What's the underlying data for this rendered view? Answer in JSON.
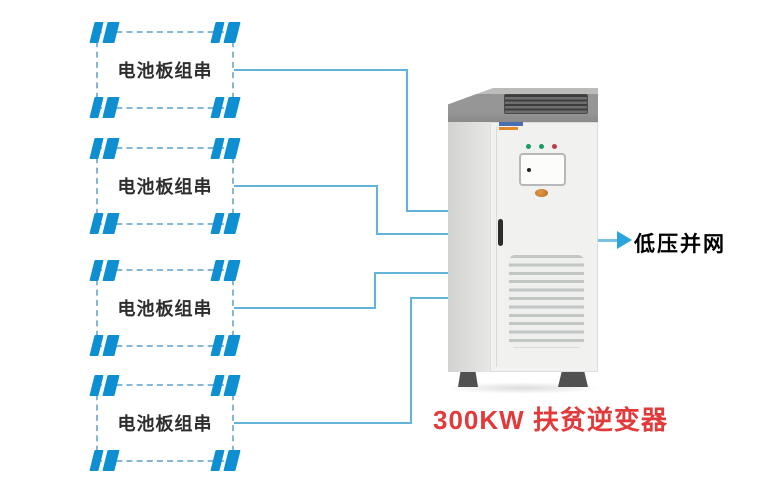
{
  "pv_strings": [
    {
      "label": "电池板组串"
    },
    {
      "label": "电池板组串"
    },
    {
      "label": "电池板组串"
    },
    {
      "label": "电池板组串"
    }
  ],
  "inverter": {
    "caption": "300KW 扶贫逆变器",
    "status_leds": [
      "green",
      "green",
      "red"
    ]
  },
  "output": {
    "label": "低压并网"
  },
  "colors": {
    "panel_blue": "#0e8fd2",
    "dash_blue": "#85b7d7",
    "line_blue": "#62b2da",
    "arrow_blue": "#29a4dd",
    "caption_red": "#e23a3a",
    "text_dark": "#2e2e2e",
    "led_green": "#189e62",
    "led_red": "#c13a4e"
  }
}
